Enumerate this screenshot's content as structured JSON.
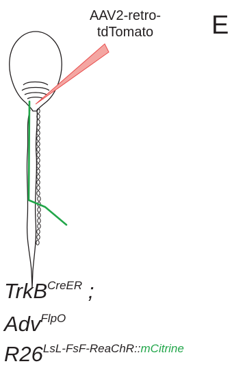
{
  "panel": {
    "label": "E"
  },
  "injection": {
    "line1": "AAV2-retro-",
    "line2": "tdTomato"
  },
  "genotype": {
    "line1": {
      "base": "TrkB",
      "sup": "CreER",
      "tail": " ;"
    },
    "line2": {
      "base": "Adv",
      "sup": "FlpO"
    },
    "line3": {
      "base": "R26",
      "sup_black": "LsL-FsF-ReaChR::",
      "sup_green": "mCitrine"
    }
  },
  "colors": {
    "outline": "#231f20",
    "pipette_fill": "#f4a6a2",
    "pipette_stroke": "#e84b4b",
    "neuron": "#22a64a"
  },
  "icons": [
    "mouse-brain-outline-icon",
    "spinal-cord-outline-icon",
    "injection-pipette-icon",
    "neuron-projection-icon",
    "drg-chain-icon"
  ]
}
